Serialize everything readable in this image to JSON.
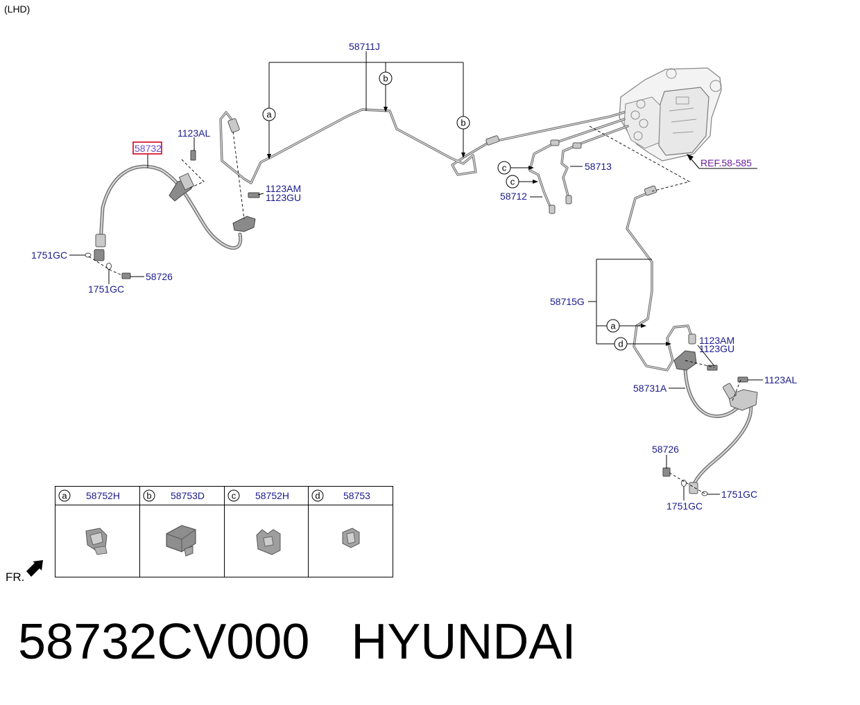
{
  "header": {
    "variant": "(LHD)"
  },
  "labels": {
    "l_58711J": "58711J",
    "l_58732": "58732",
    "l_1123AL_left": "1123AL",
    "l_1123AM_mid": "1123AM",
    "l_1123GU_mid": "1123GU",
    "l_1751GC_left_a": "1751GC",
    "l_1751GC_left_b": "1751GC",
    "l_58726_left": "58726",
    "l_58713": "58713",
    "l_58712": "58712",
    "l_ref": "REF.58-585",
    "l_58715G": "58715G",
    "l_1123AM_right": "1123AM",
    "l_1123GU_right": "1123GU",
    "l_1123AL_right": "1123AL",
    "l_58731A": "58731A",
    "l_58726_right": "58726",
    "l_1751GC_right_a": "1751GC",
    "l_1751GC_right_b": "1751GC"
  },
  "callouts": {
    "c1": "a",
    "c2": "b",
    "c3": "b",
    "c4": "c",
    "c5": "c",
    "c6": "a",
    "c7": "d"
  },
  "legend": [
    {
      "letter": "a",
      "part": "58752H"
    },
    {
      "letter": "b",
      "part": "58753D"
    },
    {
      "letter": "c",
      "part": "58752H"
    },
    {
      "letter": "d",
      "part": "58753"
    }
  ],
  "front_marker": "FR.",
  "caption": {
    "part_number": "58732CV000",
    "brand": "HYUNDAI"
  },
  "colors": {
    "label": "#1a1a8c",
    "highlight_box": "#d0021b",
    "reference": "#6a1e9a"
  }
}
